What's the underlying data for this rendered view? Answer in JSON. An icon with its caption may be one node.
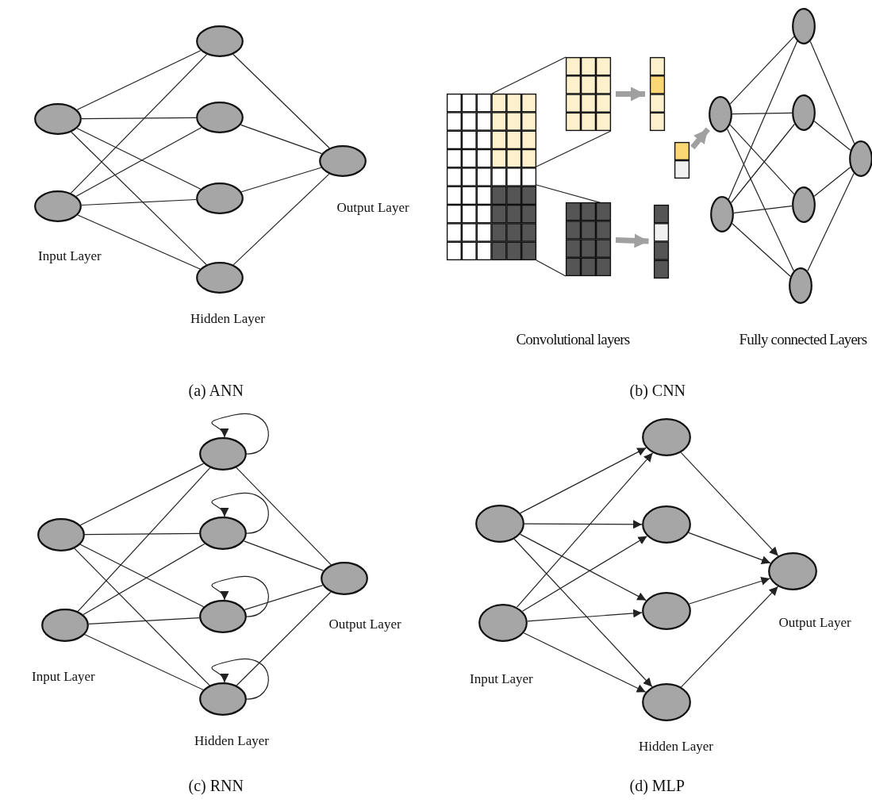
{
  "diagram": {
    "nodes": [
      {
        "text": [],
        "shape": "circle"
      },
      {
        "text": [],
        "shape": "circle"
      },
      {
        "text": [],
        "shape": "circle"
      },
      {
        "text": [],
        "shape": "circle"
      },
      {
        "text": [],
        "shape": "circle"
      },
      {
        "text": [],
        "shape": "circle"
      },
      {
        "text": [],
        "shape": "circle"
      },
      {
        "text": [],
        "shape": "grid"
      },
      {
        "text": [],
        "shape": "grid"
      },
      {
        "text": [],
        "shape": "bar"
      },
      {
        "text": [],
        "shape": "grid"
      },
      {
        "text": [],
        "shape": "bar"
      },
      {
        "text": [],
        "shape": "bar"
      },
      {
        "text": [],
        "shape": "circle"
      },
      {
        "text": [],
        "shape": "circle"
      },
      {
        "text": [],
        "shape": "circle"
      },
      {
        "text": [],
        "shape": "circle"
      },
      {
        "text": [],
        "shape": "circle"
      },
      {
        "text": [],
        "shape": "circle"
      },
      {
        "text": [],
        "shape": "circle"
      },
      {
        "text": [],
        "shape": "circle"
      },
      {
        "text": [],
        "shape": "circle"
      },
      {
        "text": [],
        "shape": "circle"
      },
      {
        "text": [],
        "shape": "circle"
      },
      {
        "text": [],
        "shape": "circle"
      },
      {
        "text": [],
        "shape": "circle"
      },
      {
        "text": [],
        "shape": "circle"
      },
      {
        "text": [],
        "shape": "circle"
      },
      {
        "text": [],
        "shape": "circle"
      },
      {
        "text": [],
        "shape": "circle"
      },
      {
        "text": [],
        "shape": "circle"
      },
      {
        "text": [],
        "shape": "circle"
      },
      {
        "text": [],
        "shape": "circle"
      },
      {
        "text": [],
        "shape": "circle"
      }
    ],
    "edges": [
      {
        "from": 0,
        "to": 2,
        "arrow": "none"
      },
      {
        "from": 0,
        "to": 3,
        "arrow": "none"
      },
      {
        "from": 0,
        "to": 4,
        "arrow": "none"
      },
      {
        "from": 0,
        "to": 5,
        "arrow": "none"
      },
      {
        "from": 1,
        "to": 2,
        "arrow": "none"
      },
      {
        "from": 1,
        "to": 3,
        "arrow": "none"
      },
      {
        "from": 1,
        "to": 4,
        "arrow": "none"
      },
      {
        "from": 1,
        "to": 5,
        "arrow": "none"
      },
      {
        "from": 2,
        "to": 6,
        "arrow": "none"
      },
      {
        "from": 3,
        "to": 6,
        "arrow": "none"
      },
      {
        "from": 4,
        "to": 6,
        "arrow": "none"
      },
      {
        "from": 5,
        "to": 6,
        "arrow": "none"
      },
      {
        "from": 7,
        "to": 8,
        "arrow": "none"
      },
      {
        "from": 8,
        "to": 9,
        "arrow": "to",
        "style": "thick",
        "color": "#a0a0a0"
      },
      {
        "from": 7,
        "to": 10,
        "arrow": "none"
      },
      {
        "from": 10,
        "to": 11,
        "arrow": "to",
        "style": "thick",
        "color": "#a0a0a0"
      },
      {
        "from": 12,
        "to": 13,
        "arrow": "to",
        "style": "thick",
        "color": "#a0a0a0"
      },
      {
        "from": 13,
        "to": 15,
        "arrow": "none"
      },
      {
        "from": 13,
        "to": 16,
        "arrow": "none"
      },
      {
        "from": 13,
        "to": 17,
        "arrow": "none"
      },
      {
        "from": 13,
        "to": 18,
        "arrow": "none"
      },
      {
        "from": 14,
        "to": 15,
        "arrow": "none"
      },
      {
        "from": 14,
        "to": 16,
        "arrow": "none"
      },
      {
        "from": 14,
        "to": 17,
        "arrow": "none"
      },
      {
        "from": 14,
        "to": 18,
        "arrow": "none"
      },
      {
        "from": 15,
        "to": 19,
        "arrow": "none"
      },
      {
        "from": 16,
        "to": 19,
        "arrow": "none"
      },
      {
        "from": 17,
        "to": 19,
        "arrow": "none"
      },
      {
        "from": 18,
        "to": 19,
        "arrow": "none"
      },
      {
        "from": 20,
        "to": 22,
        "arrow": "none"
      },
      {
        "from": 20,
        "to": 23,
        "arrow": "none"
      },
      {
        "from": 20,
        "to": 24,
        "arrow": "none"
      },
      {
        "from": 20,
        "to": 25,
        "arrow": "none"
      },
      {
        "from": 21,
        "to": 22,
        "arrow": "none"
      },
      {
        "from": 21,
        "to": 23,
        "arrow": "none"
      },
      {
        "from": 21,
        "to": 24,
        "arrow": "none"
      },
      {
        "from": 21,
        "to": 25,
        "arrow": "none"
      },
      {
        "from": 22,
        "to": 26,
        "arrow": "none"
      },
      {
        "from": 23,
        "to": 26,
        "arrow": "none"
      },
      {
        "from": 24,
        "to": 26,
        "arrow": "none"
      },
      {
        "from": 25,
        "to": 26,
        "arrow": "none"
      },
      {
        "from": 22,
        "to": 22,
        "arrow": "to"
      },
      {
        "from": 23,
        "to": 23,
        "arrow": "to"
      },
      {
        "from": 24,
        "to": 24,
        "arrow": "to"
      },
      {
        "from": 25,
        "to": 25,
        "arrow": "to"
      },
      {
        "from": 27,
        "to": 29,
        "arrow": "to"
      },
      {
        "from": 27,
        "to": 30,
        "arrow": "to"
      },
      {
        "from": 27,
        "to": 31,
        "arrow": "to"
      },
      {
        "from": 27,
        "to": 32,
        "arrow": "to"
      },
      {
        "from": 28,
        "to": 29,
        "arrow": "to"
      },
      {
        "from": 28,
        "to": 30,
        "arrow": "to"
      },
      {
        "from": 28,
        "to": 31,
        "arrow": "to"
      },
      {
        "from": 28,
        "to": 32,
        "arrow": "to"
      },
      {
        "from": 29,
        "to": 33,
        "arrow": "to"
      },
      {
        "from": 30,
        "to": 33,
        "arrow": "to"
      },
      {
        "from": 31,
        "to": 33,
        "arrow": "to"
      },
      {
        "from": 32,
        "to": 33,
        "arrow": "to"
      }
    ],
    "labels": [
      "Output Layer",
      "Input Layer",
      "Hidden Layer",
      "Convolutional layers",
      "Fully connected Layers",
      "(a) ANN",
      "(b) CNN",
      "Output Layer",
      "Output Layer",
      "Input Layer",
      "Input Layer",
      "Hidden Layer",
      "Hidden Layer",
      "(c) RNN",
      "(d) MLP"
    ]
  }
}
